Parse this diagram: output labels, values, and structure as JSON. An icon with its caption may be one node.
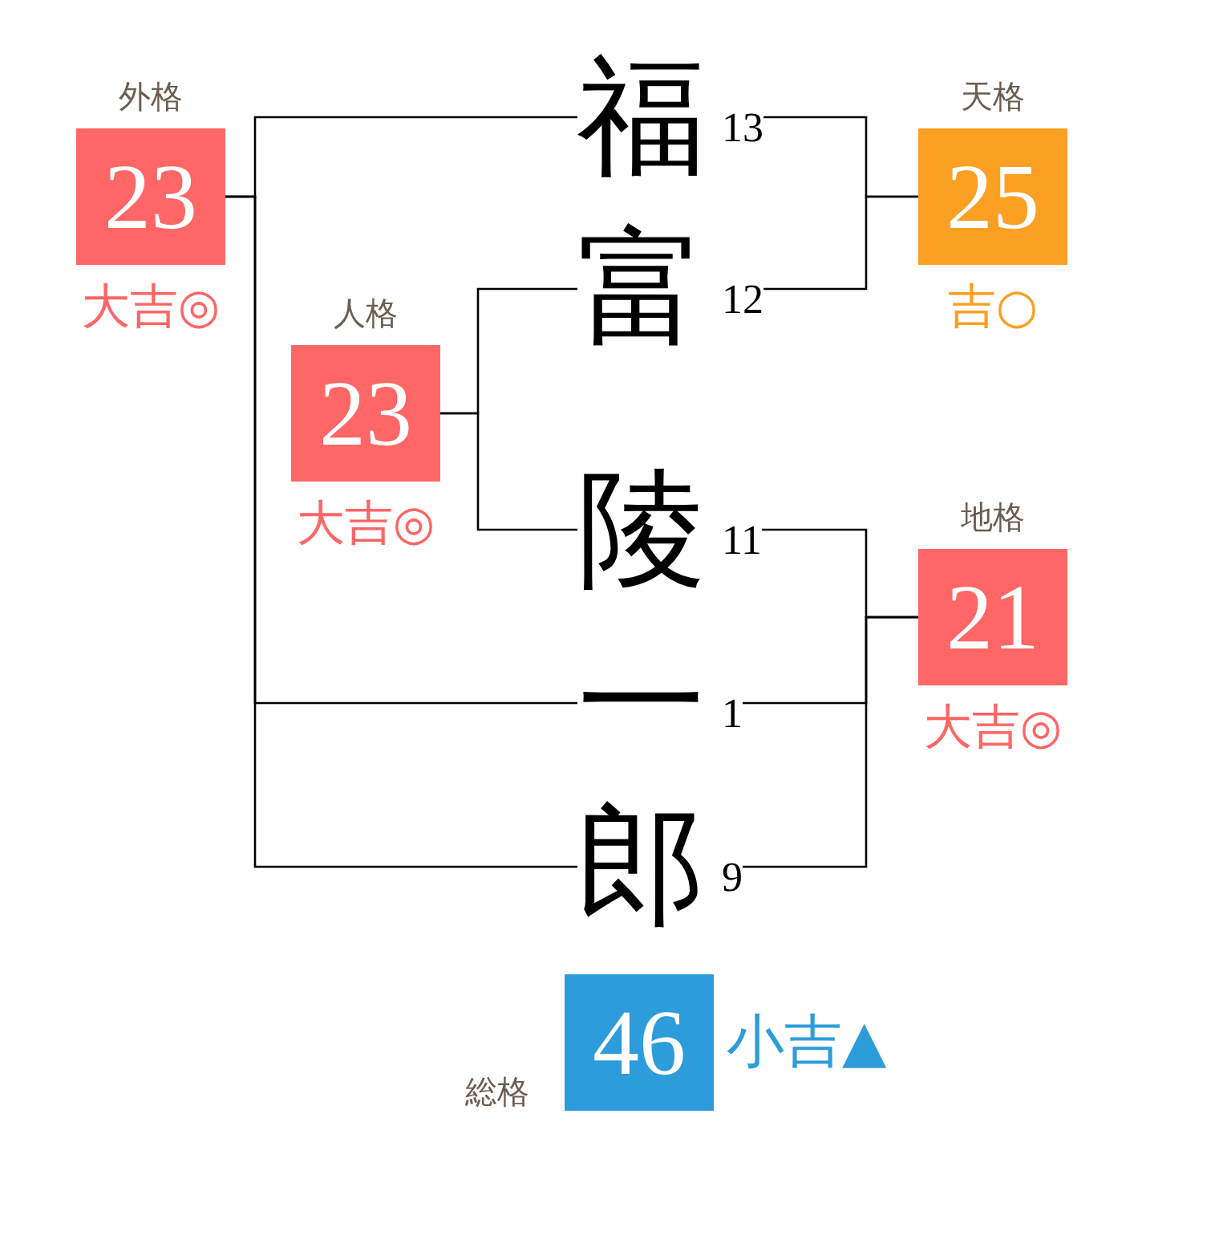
{
  "diagram": {
    "nodes": [
      {
        "text": [
          "外格",
          "23"
        ],
        "beside": [
          "大吉◎"
        ]
      },
      {
        "text": [
          "福"
        ],
        "beside": [
          "13"
        ]
      },
      {
        "text": [
          "天格",
          "25"
        ],
        "beside": [
          "吉○"
        ]
      },
      {
        "text": [
          "富"
        ],
        "beside": [
          "12"
        ]
      },
      {
        "text": [
          "人格",
          "23"
        ],
        "beside": [
          "大吉◎"
        ]
      },
      {
        "text": [
          "陵"
        ],
        "beside": [
          "11"
        ]
      },
      {
        "text": [
          "地格",
          "21"
        ],
        "beside": [
          "大吉◎"
        ]
      },
      {
        "text": [
          "一"
        ],
        "beside": [
          "1"
        ]
      },
      {
        "text": [
          "郎"
        ],
        "beside": [
          "9"
        ]
      },
      {
        "text": [
          "総格",
          "46"
        ],
        "beside": [
          "小吉▲"
        ]
      }
    ],
    "edges": [
      {
        "from": 0,
        "to": 1,
        "arrow": "none"
      },
      {
        "from": 0,
        "to": 7,
        "arrow": "none"
      },
      {
        "from": 0,
        "to": 8,
        "arrow": "none"
      },
      {
        "from": 4,
        "to": 3,
        "arrow": "none"
      },
      {
        "from": 4,
        "to": 5,
        "arrow": "none"
      },
      {
        "from": 1,
        "to": 2,
        "arrow": "none"
      },
      {
        "from": 3,
        "to": 2,
        "arrow": "none"
      },
      {
        "from": 5,
        "to": 6,
        "arrow": "none"
      },
      {
        "from": 7,
        "to": 6,
        "arrow": "none"
      },
      {
        "from": 8,
        "to": 6,
        "arrow": "none"
      }
    ]
  }
}
